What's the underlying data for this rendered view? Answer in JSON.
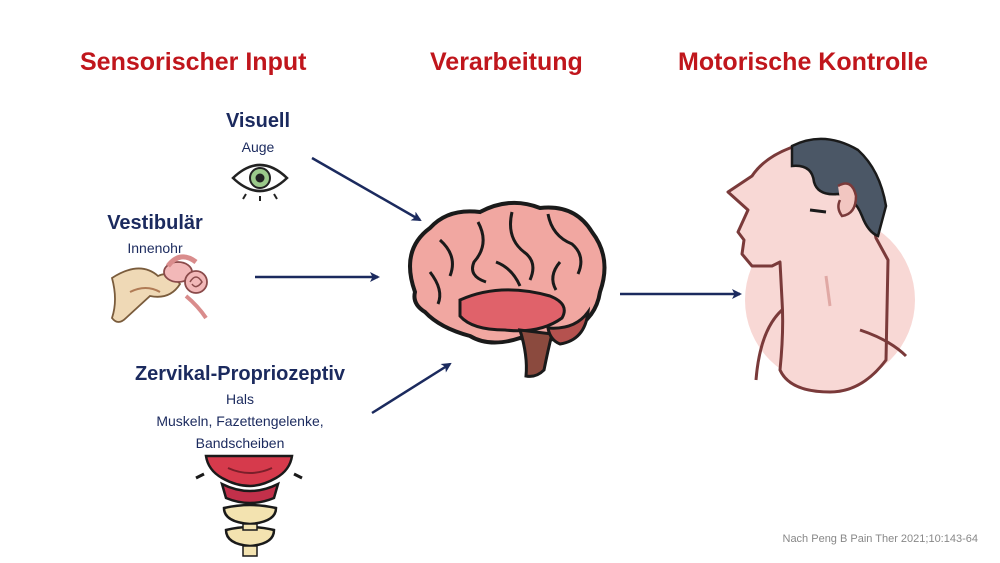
{
  "columns": {
    "input": "Sensorischer Input",
    "processing": "Verarbeitung",
    "output": "Motorische Kontrolle"
  },
  "sources": [
    {
      "title": "Visuell",
      "sub": [
        "Auge"
      ],
      "icon": "eye-icon"
    },
    {
      "title": "Vestibulär",
      "sub": [
        "Innenohr"
      ],
      "icon": "inner-ear-icon"
    },
    {
      "title": "Zervikal-Propriozeptiv",
      "sub": [
        "Hals",
        "Muskeln, Fazettengelenke,",
        "Bandscheiben"
      ],
      "icon": "cervical-spine-icon"
    }
  ],
  "center_icon": "brain-icon",
  "output_icon": "head-neck-icon",
  "citation": "Nach Peng B Pain Ther 2021;10:143-64",
  "colors": {
    "heading": "#c0161c",
    "text": "#1b2a5e",
    "arrow": "#1b2a5e"
  }
}
